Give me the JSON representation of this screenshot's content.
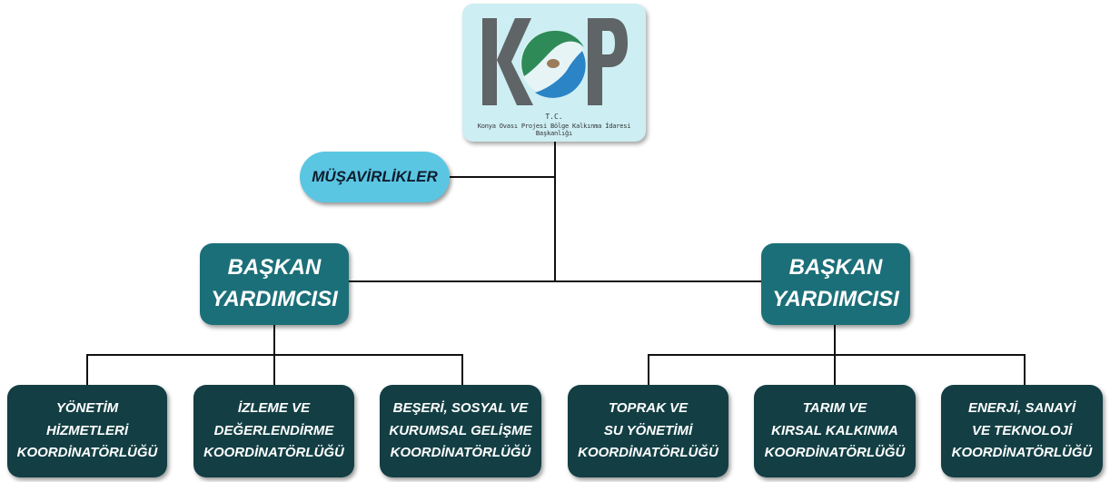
{
  "logo": {
    "brand": "KOP",
    "tc": "T.C.",
    "org": "Konya Ovası Projesi Bölge Kalkınma İdaresi Başkanlığı"
  },
  "advisory": {
    "label": "MÜŞAVİRLİKLER"
  },
  "vice_presidents": [
    {
      "line1": "BAŞKAN",
      "line2": "YARDIMCISI"
    },
    {
      "line1": "BAŞKAN",
      "line2": "YARDIMCISI"
    }
  ],
  "coordinatorships": [
    {
      "lines": [
        "YÖNETİM",
        "HİZMETLERİ",
        "KOORDİNATÖRLÜĞÜ"
      ]
    },
    {
      "lines": [
        "İZLEME VE",
        "DEĞERLENDİRME",
        "KOORDİNATÖRLÜĞÜ"
      ]
    },
    {
      "lines": [
        "BEŞERİ, SOSYAL VE",
        "KURUMSAL GELİŞME",
        "KOORDİNATÖRLÜĞÜ"
      ]
    },
    {
      "lines": [
        "TOPRAK VE",
        "SU YÖNETİMİ",
        "KOORDİNATÖRLÜĞÜ"
      ]
    },
    {
      "lines": [
        "TARIM VE",
        "KIRSAL KALKINMA",
        "KOORDİNATÖRLÜĞÜ"
      ]
    },
    {
      "lines": [
        "ENERJİ, SANAYİ",
        "VE TEKNOLOJİ",
        "KOORDİNATÖRLÜĞÜ"
      ]
    }
  ],
  "colors": {
    "logo_bg": "#cdeef3",
    "advisory_bg": "#5bc6e2",
    "vice_president_bg": "#1b6f78",
    "coordinatorship_bg": "#133f44",
    "logo_letters": "#5f6466",
    "logo_green": "#2e8b57",
    "logo_blue": "#2b84c6"
  }
}
